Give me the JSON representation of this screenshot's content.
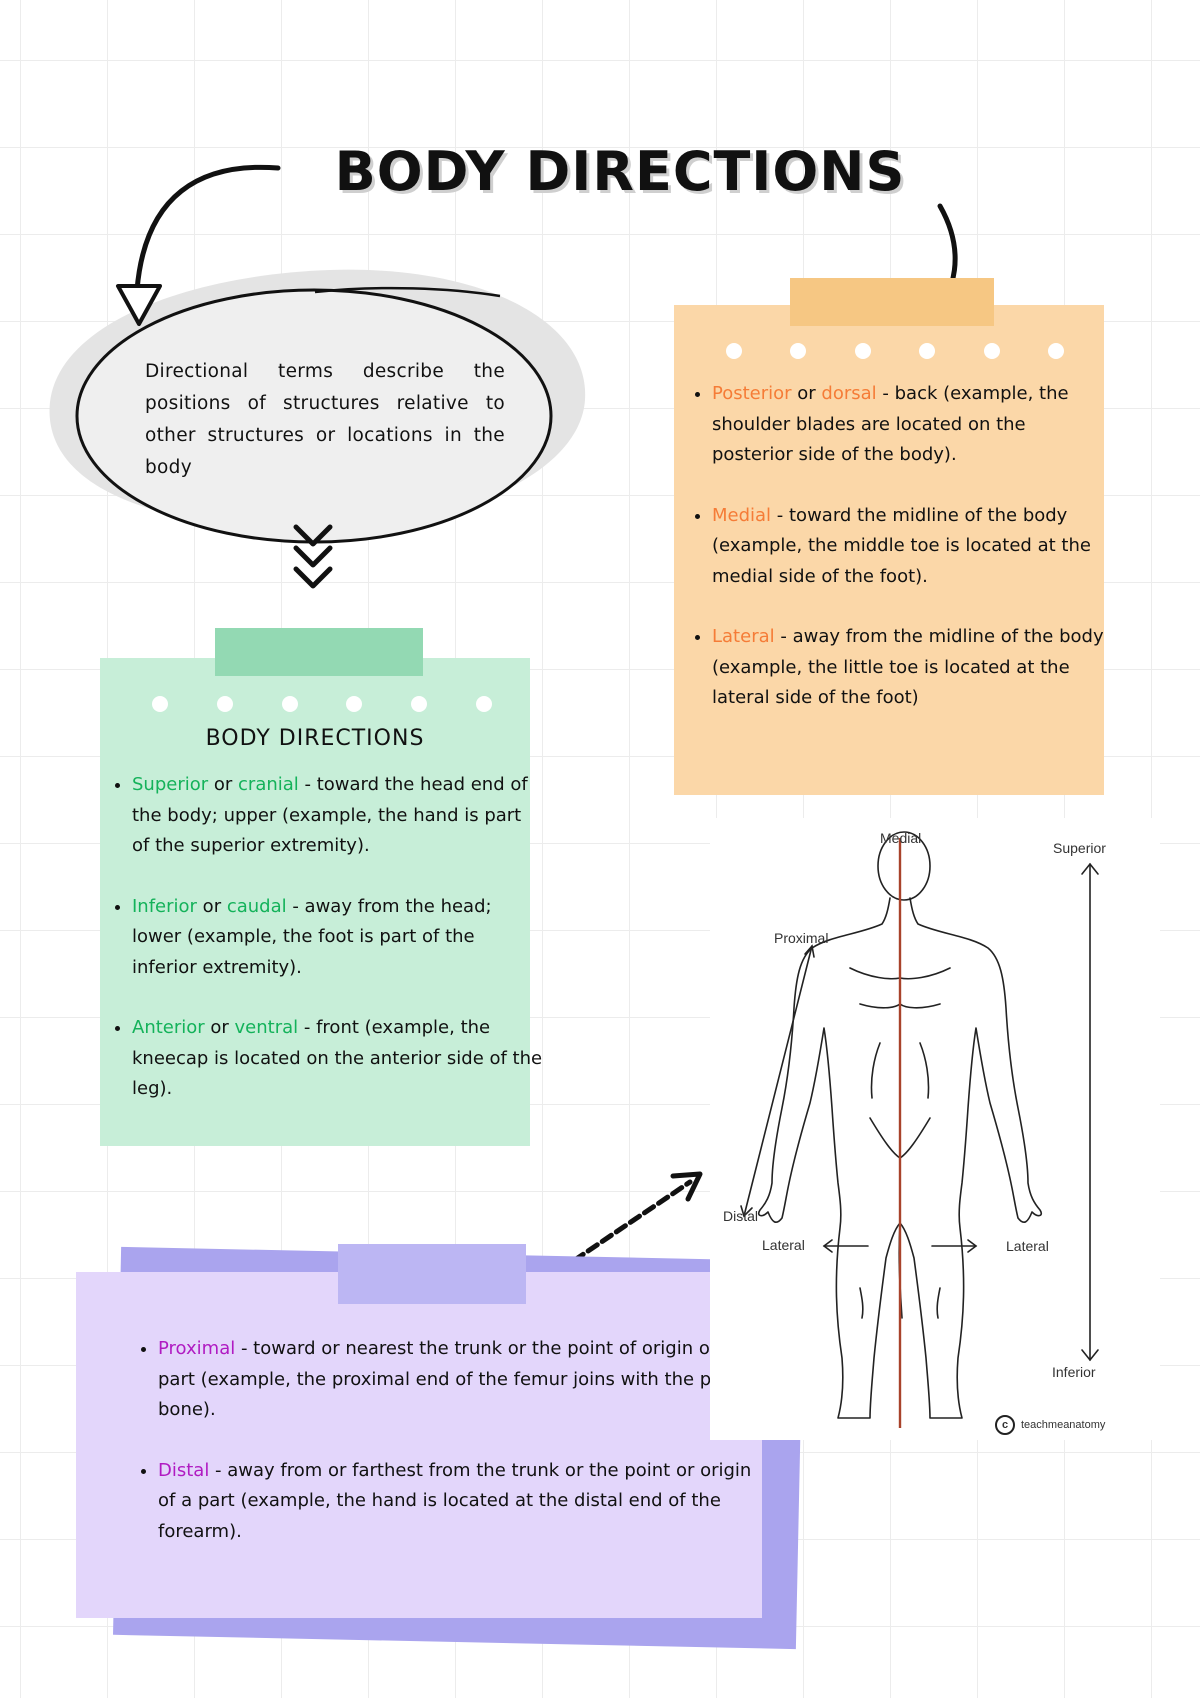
{
  "title": "BODY DIRECTIONS",
  "intro": "Directional terms describe the positions of structures relative to other structures or locations in the body",
  "green_note": {
    "heading": "BODY DIRECTIONS",
    "items": [
      {
        "term": "Superior",
        "joiner": " or ",
        "term2": "cranial",
        "text": " - toward the head end of the body; upper (example, the hand is part of the superior extremity)."
      },
      {
        "term": "Inferior",
        "joiner": " or ",
        "term2": "caudal",
        "text": " - away from the head; lower (example, the foot is part of the inferior extremity)."
      },
      {
        "term": "Anterior",
        "joiner": " or ",
        "term2": "ventral",
        "text": " - front (example, the kneecap is located on the anterior side of the leg)."
      }
    ]
  },
  "orange_note": {
    "items": [
      {
        "term": "Posterior",
        "joiner": " or ",
        "term2": "dorsal",
        "text": " - back (example, the shoulder blades are located on the posterior side of the body)."
      },
      {
        "term": "Medial",
        "joiner": "",
        "term2": "",
        "text": " - toward the midline of the body (example, the middle toe is located at the medial side of the foot)."
      },
      {
        "term": "Lateral",
        "joiner": "",
        "term2": "",
        "text": " - away from the midline of the body (example, the little toe is located at the lateral side of the foot)"
      }
    ]
  },
  "purple_note": {
    "items": [
      {
        "term": "Proximal",
        "text": " - toward or nearest the trunk or the point of origin of a part (example, the proximal end of the femur joins with the pelvic bone)."
      },
      {
        "term": "Distal",
        "text": " - away from or farthest from the trunk or the point or origin of a part (example, the hand is located at the distal end of the forearm)."
      }
    ]
  },
  "figure": {
    "labels": {
      "medial": "Medial",
      "superior": "Superior",
      "proximal": "Proximal",
      "distal": "Distal",
      "lateral_left": "Lateral",
      "lateral_right": "Lateral",
      "inferior": "Inferior"
    },
    "credit": "teachmeanatomy",
    "credit_symbol": "c",
    "midline_color": "#a8432b"
  },
  "colors": {
    "green_term": "#14b25a",
    "orange_term": "#f57c37",
    "purple_term": "#b01bc2"
  }
}
